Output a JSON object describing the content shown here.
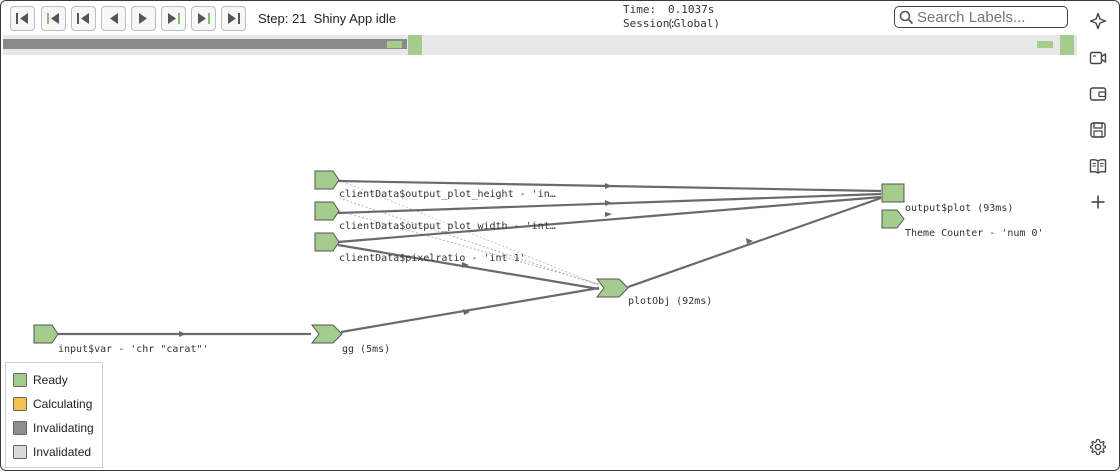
{
  "toolbar": {
    "buttons": [
      {
        "name": "first-step-button"
      },
      {
        "name": "prev-output-button"
      },
      {
        "name": "prev-cycle-button"
      },
      {
        "name": "prev-step-button"
      },
      {
        "name": "next-step-button"
      },
      {
        "name": "next-cycle-button"
      },
      {
        "name": "next-output-button"
      },
      {
        "name": "last-step-button"
      }
    ],
    "step_text": "Step: 21  Shiny App idle",
    "time_label": "Time:",
    "time_value": "0.1037s",
    "session_label": "Session:",
    "session_value": "(Global)",
    "search_placeholder": "Search Labels..."
  },
  "timeline": {
    "progress_fraction": 0.376
  },
  "graph": {
    "nodes": {
      "height": "clientData$output_plot_height - 'in…",
      "width": "clientData$output_plot_width - 'int…",
      "pixelratio": "clientData$pixelratio - 'int 1'",
      "var": "input$var - 'chr \"carat\"'",
      "gg": "gg (5ms)",
      "plotObj": "plotObj (92ms)",
      "output_plot": "output$plot (93ms)",
      "theme_counter": "Theme Counter - 'num 0'"
    }
  },
  "legend": {
    "items": [
      {
        "label": "Ready",
        "color": "#a4cc8c"
      },
      {
        "label": "Calculating",
        "color": "#f2c14e"
      },
      {
        "label": "Invalidating",
        "color": "#8f8f8f"
      },
      {
        "label": "Invalidated",
        "color": "#d9d9d9"
      }
    ]
  },
  "sidebar": {
    "icons": [
      "sparkle-icon",
      "video-icon",
      "wallet-icon",
      "save-icon",
      "book-icon",
      "plus-icon",
      "gear-icon"
    ]
  }
}
